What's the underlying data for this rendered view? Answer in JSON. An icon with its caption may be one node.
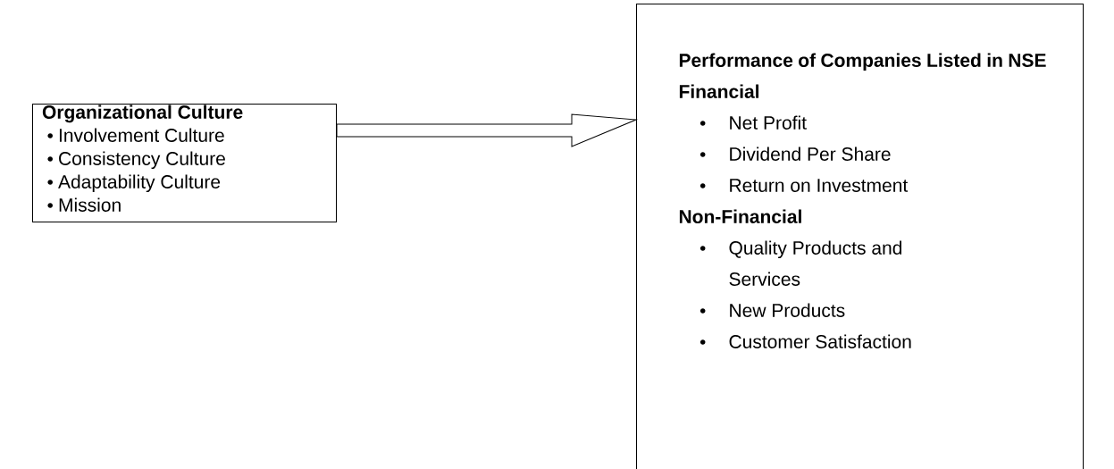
{
  "diagram": {
    "nodes": [
      {
        "text": [
          "Organizational Culture",
          "Involvement Culture",
          "Consistency Culture",
          "Adaptability Culture",
          "Mission"
        ]
      },
      {
        "text": [
          "Performance of Companies Listed in NSE",
          "Financial",
          "Net Profit",
          "Dividend Per Share",
          "Return on Investment",
          "Non-Financial",
          "Quality Products and Services",
          "New Products",
          "Customer Satisfaction"
        ]
      }
    ],
    "edges": [
      {
        "from": 0,
        "to": 1,
        "arrow": "to"
      }
    ]
  }
}
